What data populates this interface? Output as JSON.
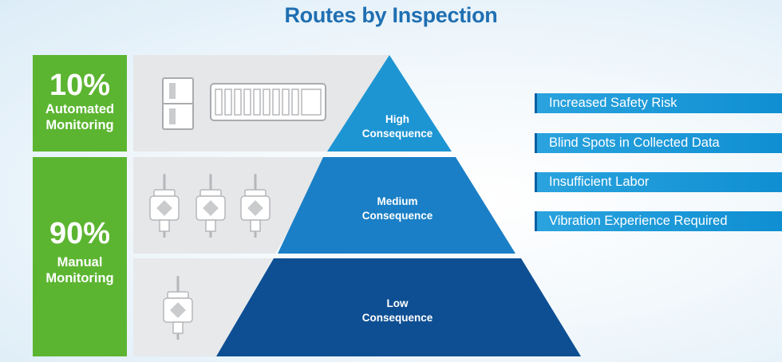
{
  "title": "Routes by Inspection",
  "monitoring": [
    {
      "percent": "10%",
      "label_line1": "Automated",
      "label_line2": "Monitoring"
    },
    {
      "percent": "90%",
      "label_line1": "Manual",
      "label_line2": "Monitoring"
    }
  ],
  "pyramid": [
    {
      "line1": "High",
      "line2": "Consequence",
      "color": "#1e95d3"
    },
    {
      "line1": "Medium",
      "line2": "Consequence",
      "color": "#1a7fc6"
    },
    {
      "line1": "Low",
      "line2": "Consequence",
      "color": "#0e4f93"
    }
  ],
  "risks": [
    "Increased Safety Risk",
    "Blind Spots in Collected Data",
    "Insufficient Labor",
    "Vibration Experience Required"
  ],
  "colors": {
    "title": "#1f6fb2",
    "green": "#5cb531",
    "band_gray": "#e6e7e9",
    "risk_blue": "#1a9ad8"
  },
  "icons": [
    "automated-monitoring-system-icon",
    "wireless-transmitter-icon"
  ]
}
